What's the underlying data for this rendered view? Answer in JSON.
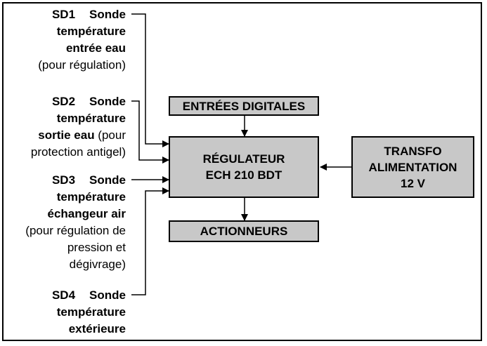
{
  "sensors": [
    {
      "code": "SD1",
      "lines": [
        {
          "parts": [
            {
              "text": "SD1",
              "bold": true
            },
            {
              "text": "Sonde",
              "bold": true
            }
          ]
        },
        {
          "parts": [
            {
              "text": "température",
              "bold": true
            }
          ]
        },
        {
          "parts": [
            {
              "text": "entrée eau",
              "bold": true
            }
          ]
        },
        {
          "parts": [
            {
              "text": "(pour régulation)",
              "bold": false
            }
          ]
        }
      ]
    },
    {
      "code": "SD2",
      "lines": [
        {
          "parts": [
            {
              "text": "SD2",
              "bold": true
            },
            {
              "text": "Sonde",
              "bold": true
            }
          ]
        },
        {
          "parts": [
            {
              "text": "température",
              "bold": true
            }
          ]
        },
        {
          "parts": [
            {
              "text": "sortie eau",
              "bold": true
            },
            {
              "text": " (pour",
              "bold": false
            }
          ]
        },
        {
          "parts": [
            {
              "text": "protection antigel)",
              "bold": false
            }
          ]
        }
      ]
    },
    {
      "code": "SD3",
      "lines": [
        {
          "parts": [
            {
              "text": "SD3",
              "bold": true
            },
            {
              "text": "Sonde",
              "bold": true
            }
          ]
        },
        {
          "parts": [
            {
              "text": "température",
              "bold": true
            }
          ]
        },
        {
          "parts": [
            {
              "text": "échangeur air",
              "bold": true
            }
          ]
        },
        {
          "parts": [
            {
              "text": "(pour régulation de",
              "bold": false
            }
          ]
        },
        {
          "parts": [
            {
              "text": "pression et",
              "bold": false
            }
          ]
        },
        {
          "parts": [
            {
              "text": "dégivrage)",
              "bold": false
            }
          ]
        }
      ]
    },
    {
      "code": "SD4",
      "lines": [
        {
          "parts": [
            {
              "text": "SD4",
              "bold": true
            },
            {
              "text": "Sonde",
              "bold": true
            }
          ]
        },
        {
          "parts": [
            {
              "text": "température",
              "bold": true
            }
          ]
        },
        {
          "parts": [
            {
              "text": "extérieure",
              "bold": true
            }
          ]
        }
      ]
    }
  ],
  "boxes": {
    "digital_inputs": {
      "lines": [
        "ENTRÉES DIGITALES"
      ]
    },
    "regulator": {
      "lines": [
        "RÉGULATEUR",
        "ECH 210 BDT"
      ]
    },
    "transformer": {
      "lines": [
        "TRANSFO",
        "ALIMENTATION",
        "12 V"
      ]
    },
    "actuators": {
      "lines": [
        "ACTIONNEURS"
      ]
    }
  },
  "colors": {
    "box_fill": "#c8c8c8",
    "line": "#000000",
    "background": "#ffffff"
  }
}
